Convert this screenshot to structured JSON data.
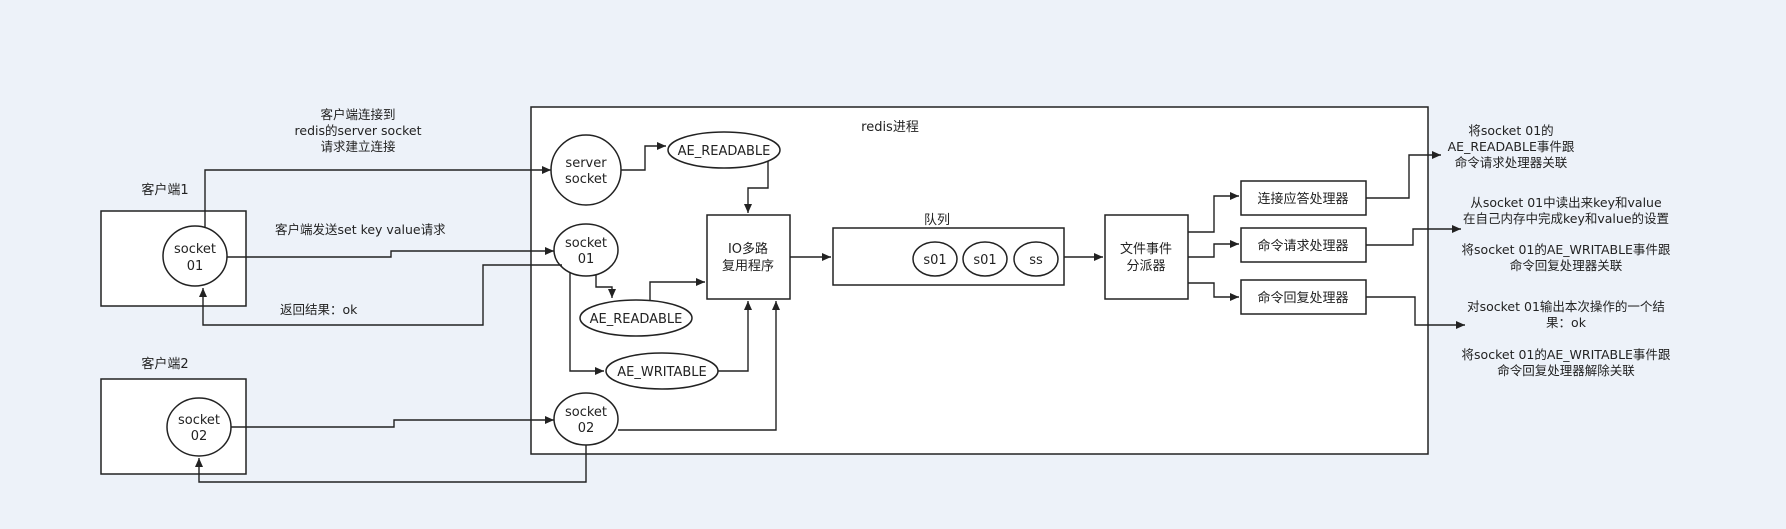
{
  "diagram": {
    "process_title": "redis进程",
    "client1_title": "客户端1",
    "client2_title": "客户端2",
    "client1_socket": [
      "socket",
      "01"
    ],
    "client2_socket": [
      "socket",
      "02"
    ],
    "server_socket": [
      "server",
      "socket"
    ],
    "socket01": [
      "socket",
      "01"
    ],
    "socket02": [
      "socket",
      "02"
    ],
    "ae_readable_top": "AE_READABLE",
    "ae_readable_mid": "AE_READABLE",
    "ae_writable": "AE_WRITABLE",
    "io_multiplexer": [
      "IO多路",
      "复用程序"
    ],
    "queue_title": "队列",
    "queue_items": [
      "s01",
      "s01",
      "ss"
    ],
    "dispatcher": [
      "文件事件",
      "分派器"
    ],
    "handler_connect": "连接应答处理器",
    "handler_request": "命令请求处理器",
    "handler_reply": "命令回复处理器",
    "label_connect": [
      "客户端连接到",
      "redis的server socket",
      "请求建立连接"
    ],
    "label_send": "客户端发送set key value请求",
    "label_return": "返回结果：ok",
    "note_connect": [
      "将socket 01的",
      "AE_READABLE事件跟",
      "命令请求处理器关联"
    ],
    "note_request_1": [
      "从socket 01中读出来key和value",
      "在自己内存中完成key和value的设置"
    ],
    "note_request_2": [
      "将socket 01的AE_WRITABLE事件跟",
      "命令回复处理器关联"
    ],
    "note_reply_1": [
      "对socket 01输出本次操作的一个结",
      "果：ok"
    ],
    "note_reply_2": [
      "将socket 01的AE_WRITABLE事件跟",
      "命令回复处理器解除关联"
    ]
  }
}
